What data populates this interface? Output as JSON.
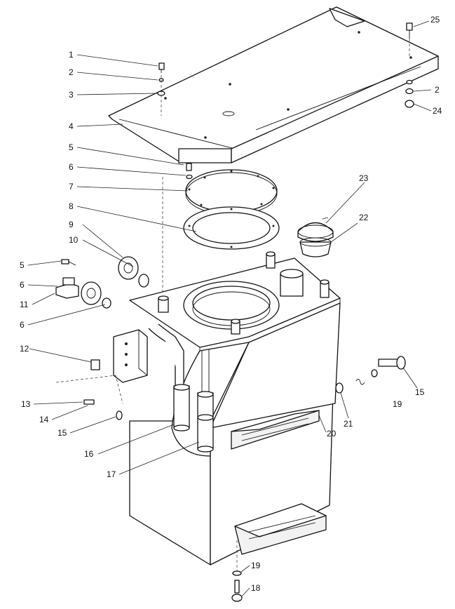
{
  "callouts": [
    {
      "id": "c1",
      "label": "1"
    },
    {
      "id": "c2",
      "label": "2"
    },
    {
      "id": "c3",
      "label": "3"
    },
    {
      "id": "c4",
      "label": "4"
    },
    {
      "id": "c5",
      "label": "5"
    },
    {
      "id": "c6",
      "label": "6"
    },
    {
      "id": "c7",
      "label": "7"
    },
    {
      "id": "c8",
      "label": "8"
    },
    {
      "id": "c9",
      "label": "9"
    },
    {
      "id": "c10",
      "label": "10"
    },
    {
      "id": "c5b",
      "label": "5"
    },
    {
      "id": "c6b",
      "label": "6"
    },
    {
      "id": "c11",
      "label": "11"
    },
    {
      "id": "c6c",
      "label": "6"
    },
    {
      "id": "c12",
      "label": "12"
    },
    {
      "id": "c13",
      "label": "13"
    },
    {
      "id": "c14",
      "label": "14"
    },
    {
      "id": "c15",
      "label": "15"
    },
    {
      "id": "c16",
      "label": "16"
    },
    {
      "id": "c17",
      "label": "17"
    },
    {
      "id": "c18",
      "label": "18"
    },
    {
      "id": "c19",
      "label": "19"
    },
    {
      "id": "c20",
      "label": "20"
    },
    {
      "id": "c21",
      "label": "21"
    },
    {
      "id": "c19b",
      "label": "19"
    },
    {
      "id": "c15b",
      "label": "15"
    },
    {
      "id": "c22",
      "label": "22"
    },
    {
      "id": "c23",
      "label": "23"
    },
    {
      "id": "c24",
      "label": "24"
    },
    {
      "id": "c2b",
      "label": "2"
    },
    {
      "id": "c25",
      "label": "25"
    }
  ]
}
